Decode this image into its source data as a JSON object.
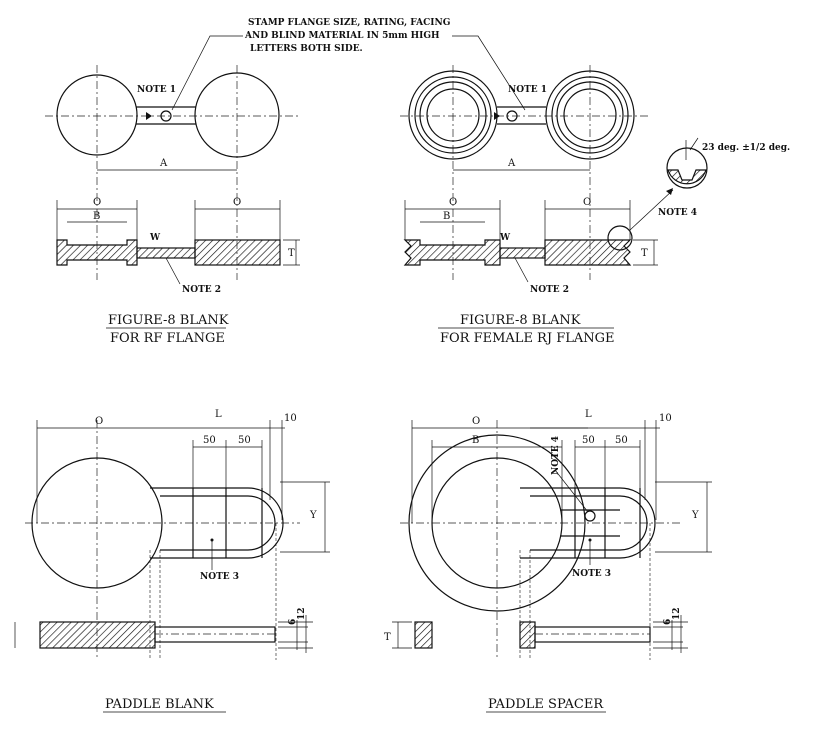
{
  "stamp_note": [
    "STAMP FLANGE SIZE, RATING, FACING",
    "AND BLIND MATERIAL IN 5mm HIGH",
    "LETTERS BOTH SIDE."
  ],
  "labels": {
    "note1": "NOTE 1",
    "note2": "NOTE 2",
    "note3": "NOTE 3",
    "note4": "NOTE 4",
    "A": "A",
    "O": "O",
    "B": "B",
    "W": "W",
    "T": "T",
    "L": "L",
    "Y": "Y",
    "d50": "50",
    "d10": "10",
    "d6": "6",
    "d12": "12",
    "angle": "23 deg. ±1/2 deg."
  },
  "titles": {
    "fig8_rf": [
      "FIGURE-8 BLANK",
      "FOR RF FLANGE"
    ],
    "fig8_rj": [
      "FIGURE-8 BLANK",
      "FOR FEMALE RJ FLANGE"
    ],
    "paddle_blank": "PADDLE BLANK",
    "paddle_spacer": "PADDLE SPACER"
  }
}
